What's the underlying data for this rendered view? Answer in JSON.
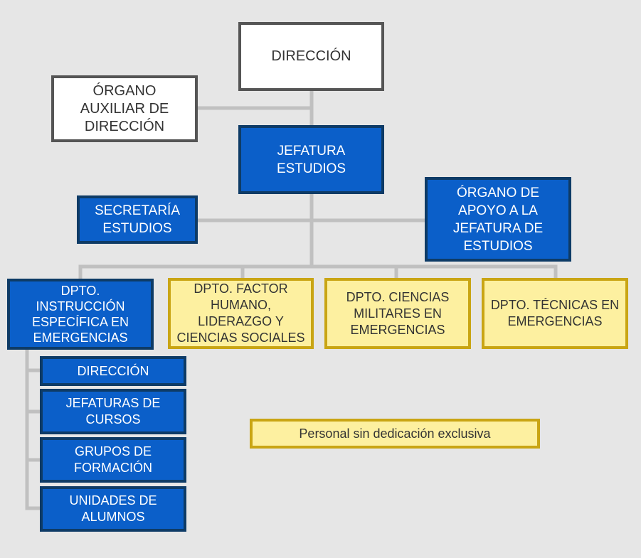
{
  "org": {
    "direccion": "DIRECCIÓN",
    "organo_auxiliar": "ÓRGANO\nAUXILIAR DE\nDIRECCIÓN",
    "jefatura_estudios": "JEFATURA\nESTUDIOS",
    "secretaria_estudios": "SECRETARÍA\nESTUDIOS",
    "organo_apoyo": "ÓRGANO DE\nAPOYO A LA\nJEFATURA DE\nESTUDIOS",
    "departments": {
      "instruccion": "DPTO.\nINSTRUCCIÓN\nESPECÍFICA EN\nEMERGENCIAS",
      "factor_humano": "DPTO. FACTOR\nHUMANO,\nLIDERAZGO Y\nCIENCIAS SOCIALES",
      "ciencias_militares": "DPTO. CIENCIAS\nMILITARES EN\nEMERGENCIAS",
      "tecnicas": "DPTO. TÉCNICAS EN\nEMERGENCIAS"
    },
    "subunits": {
      "direccion": "DIRECCIÓN",
      "jefaturas_cursos": "JEFATURAS DE\nCURSOS",
      "grupos_formacion": "GRUPOS DE\nFORMACIÓN",
      "unidades_alumnos": "UNIDADES DE\nALUMNOS"
    }
  },
  "legend": {
    "label": "Personal sin dedicación exclusiva"
  },
  "colors": {
    "background": "#e6e6e6",
    "connector": "#c0c0c0",
    "blue_fill": "#0b5fc9",
    "blue_border": "#0e3b66",
    "yellow_fill": "#fdf0a0",
    "yellow_border": "#c9a514",
    "white_border": "#555555"
  }
}
